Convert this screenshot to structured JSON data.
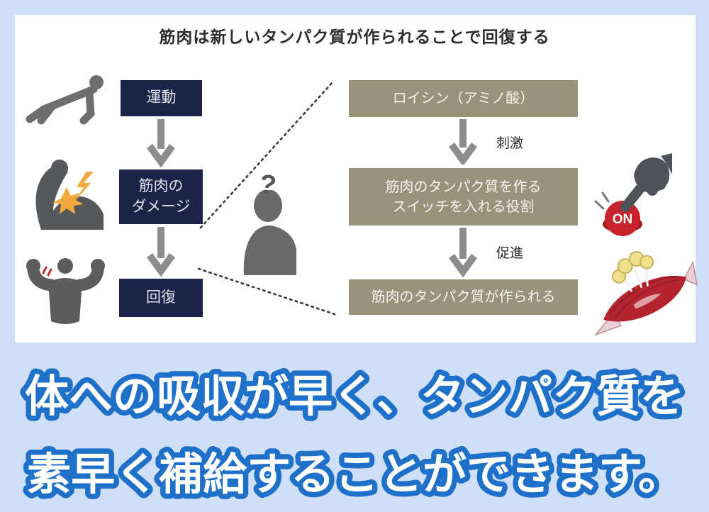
{
  "figure": {
    "title": "筋肉は新しいタンパク質が作られることで回復する",
    "left_flow": {
      "box1": "運動",
      "box2_line1": "筋肉の",
      "box2_line2": "ダメージ",
      "box3": "回復"
    },
    "right_flow": {
      "box1": "ロイシン（アミノ酸）",
      "arrow1_label": "刺激",
      "box2_line1": "筋肉のタンパク質を作る",
      "box2_line2": "スイッチを入れる役割",
      "arrow2_label": "促進",
      "box3": "筋肉のタンパク質が作られる"
    },
    "thinker_question_mark": "?",
    "on_button_label": "ON",
    "icons": [
      "pushup-person-icon",
      "flexed-arm-damage-icon",
      "bodybuilder-icon",
      "thinking-person-icon",
      "hand-press-on-button-icon",
      "muscle-fiber-protein-icon"
    ]
  },
  "caption": {
    "line1": "体への吸収が早く、タンパク質を",
    "line2": "素早く補給することができます。"
  },
  "colors": {
    "background": "#cfdff7",
    "panel": "#ffffff",
    "navy_box": "#1c2349",
    "olive_box": "#99937b",
    "arrow_gray": "#8d8d8d",
    "dotted_line": "#3a3a3a",
    "caption_outline_blue": "#1f70c9",
    "caption_fill": "#ffffff",
    "on_button_red": "#c8232c",
    "muscle_red": "#b3242e",
    "accent_orange": "#f2a93b"
  }
}
